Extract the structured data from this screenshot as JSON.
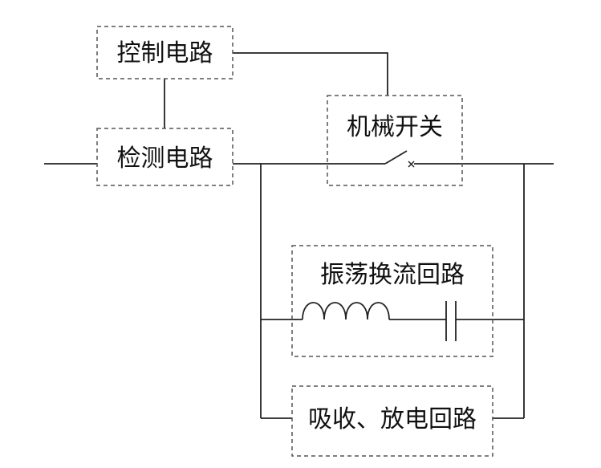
{
  "diagram": {
    "blocks": {
      "control_circuit": "控制电路",
      "detection_circuit": "检测电路",
      "mechanical_switch": "机械开关",
      "oscillation_commutation": "振荡换流回路",
      "absorption_discharge": "吸收、放电回路"
    }
  }
}
